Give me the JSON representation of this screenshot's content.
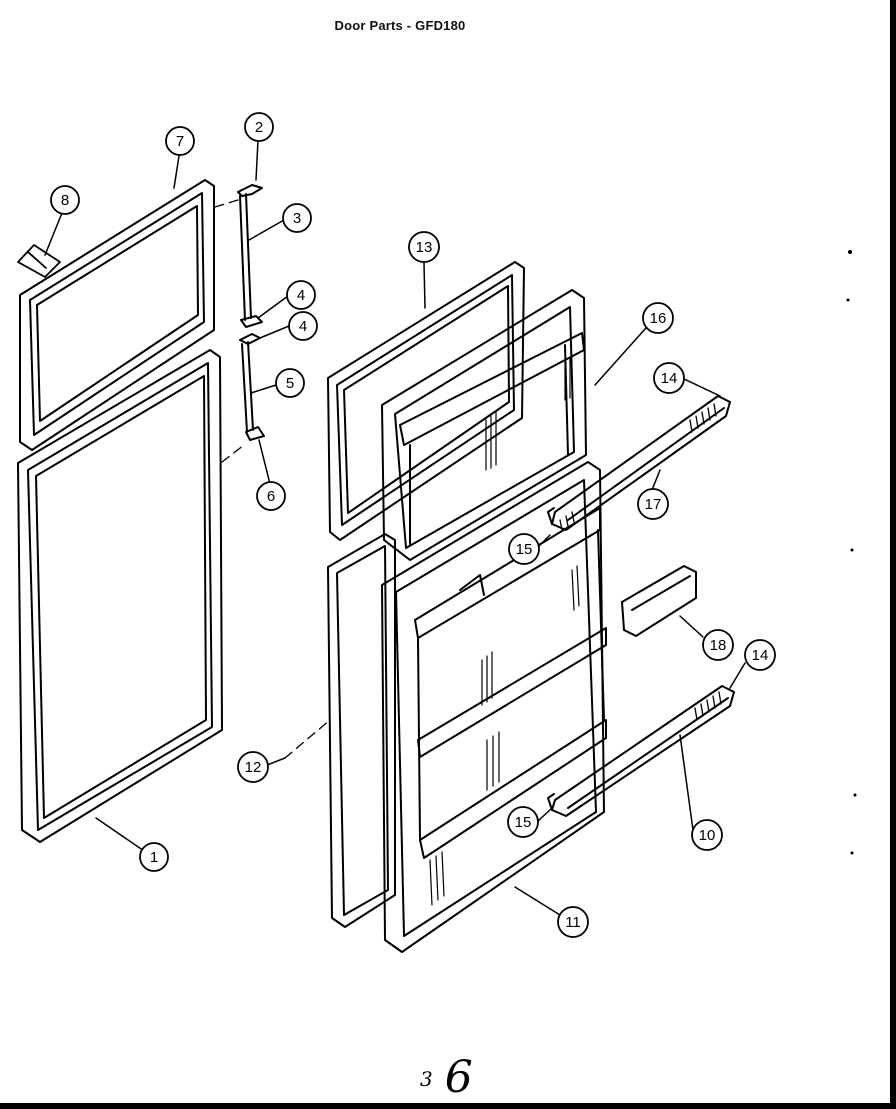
{
  "title": "Door Parts - GFD180",
  "page_mark": {
    "left": "3",
    "right": "6"
  },
  "callouts": [
    "1",
    "2",
    "3",
    "4",
    "4",
    "5",
    "6",
    "7",
    "8",
    "10",
    "11",
    "12",
    "13",
    "14",
    "14",
    "15",
    "15",
    "16",
    "17",
    "18"
  ]
}
